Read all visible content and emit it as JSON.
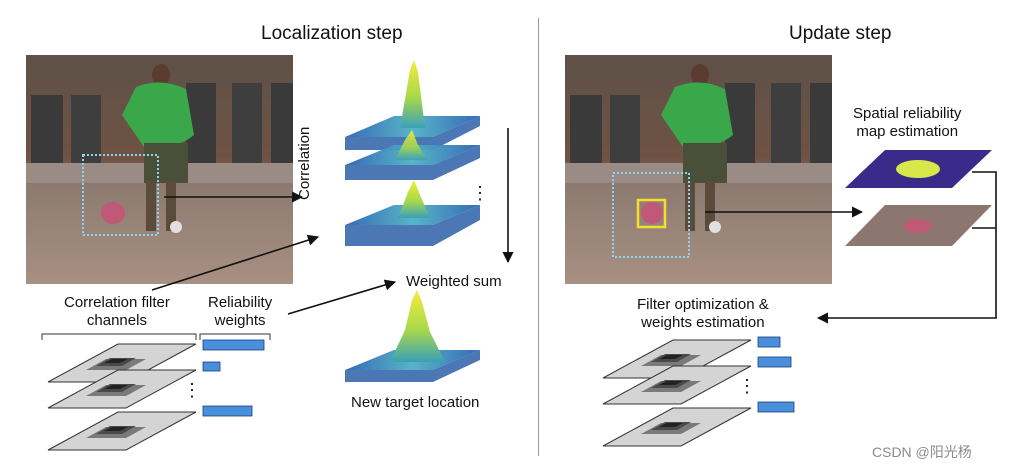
{
  "left_panel": {
    "title": "Localization step",
    "correlation_label": "Correlation",
    "weighted_sum_label": "Weighted sum",
    "filter_channels_label_line1": "Correlation filter",
    "filter_channels_label_line2": "channels",
    "reliability_label_line1": "Reliability",
    "reliability_label_line2": "weights",
    "new_target_label": "New target location",
    "ellipsis": "⋮"
  },
  "right_panel": {
    "title": "Update step",
    "spatial_label_line1": "Spatial reliability",
    "spatial_label_line2": "map estimation",
    "filter_opt_label_line1": "Filter optimization &",
    "filter_opt_label_line2": "weights estimation",
    "ellipsis": "⋮"
  },
  "watermark": "CSDN @阳光杨",
  "colors": {
    "bar": "#4a8fdc",
    "surface_blue": "#3b78c9",
    "surface_peak": "#e8e23a",
    "map_bg": "#3a2a8a",
    "map_blob": "#d8e84a",
    "bbox_dotted": "#8fd3f0",
    "bbox_yellow": "#f2e02a"
  }
}
